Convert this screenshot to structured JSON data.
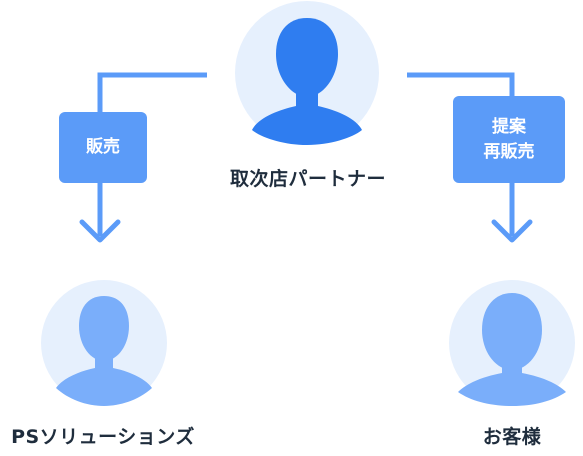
{
  "nodes": {
    "partner": {
      "label": "取次店パートナー"
    },
    "ps_solutions": {
      "label": "PSソリューションズ"
    },
    "customer": {
      "label": "お客様"
    }
  },
  "edges": {
    "left": {
      "label": "販売"
    },
    "right": {
      "line1": "提案",
      "line2": "再販売"
    }
  },
  "colors": {
    "accent": "#5b9bf8",
    "partner_figure": "#2f7df0",
    "secondary_figure": "#7aaefa",
    "circle_bg": "#e6f0fd",
    "text": "#1f2d3d"
  },
  "icons": {
    "person": "person-icon",
    "arrow": "arrow-down-icon"
  }
}
